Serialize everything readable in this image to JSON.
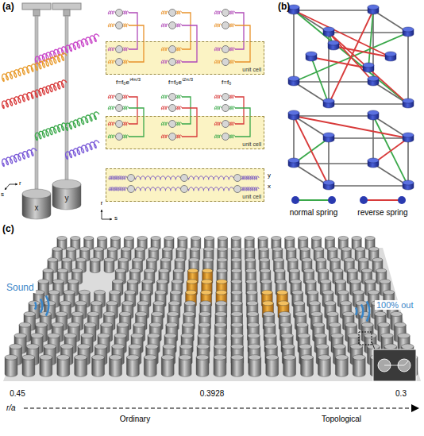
{
  "diagram": {
    "nodes": [
      {
        "text": [
          "unit cell"
        ]
      },
      {
        "text": [
          "unit cell"
        ]
      },
      {
        "text": [
          "unit cell"
        ]
      }
    ],
    "labels": [
      "(a)",
      "(b)",
      "(c)",
      "x",
      "y",
      "s",
      "r",
      "f=f₀e",
      "i4π/3",
      "f=f₀e",
      "i2π/3",
      "f=f₀",
      "y",
      "x",
      "r",
      "s",
      "Sound",
      "100% out",
      "r/a",
      "0.45",
      "0.3928",
      "0.3",
      "Ordinary",
      "Topological"
    ],
    "legend": [
      {
        "text": "normal spring"
      },
      {
        "text": "reverse spring"
      }
    ]
  }
}
